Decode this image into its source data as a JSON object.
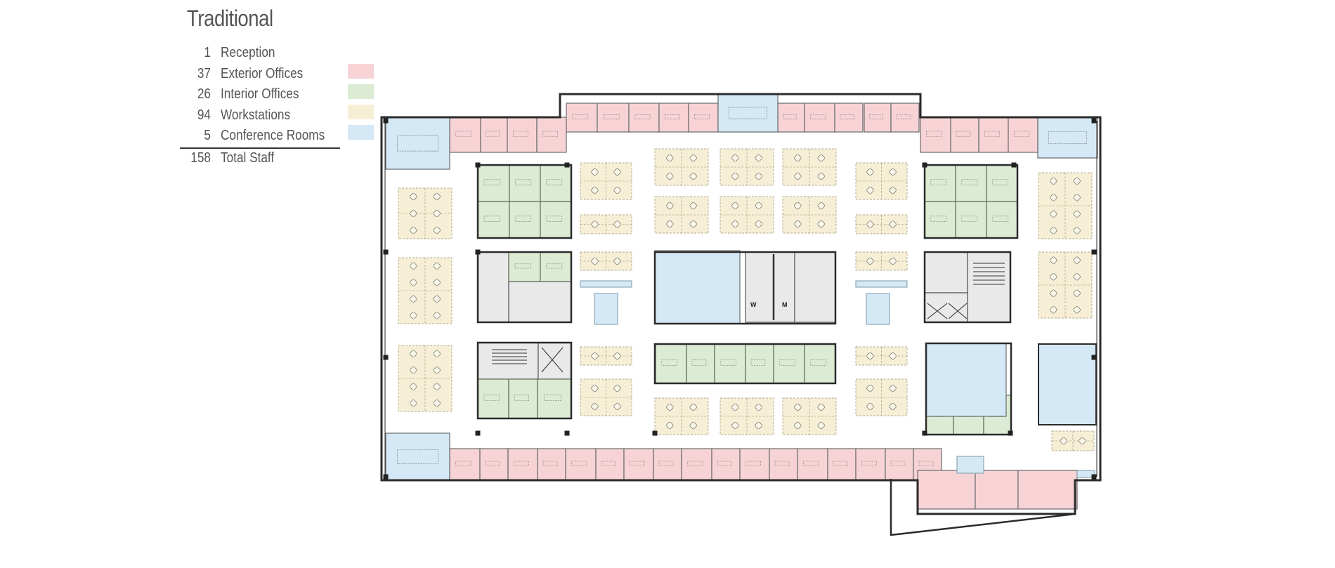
{
  "title": "Traditional",
  "legend": {
    "rows": [
      {
        "count": "1",
        "label": "Reception",
        "swatch": null
      },
      {
        "count": "37",
        "label": "Exterior Offices",
        "swatch": "#f7d3d6"
      },
      {
        "count": "26",
        "label": "Interior Offices",
        "swatch": "#dcebd3"
      },
      {
        "count": "94",
        "label": "Workstations",
        "swatch": "#f6efd6"
      },
      {
        "count": "5",
        "label": "Conference Rooms",
        "swatch": "#d4e8f5"
      }
    ],
    "total": {
      "count": "158",
      "label": "Total Staff"
    }
  },
  "colors": {
    "exterior_office": "#f7d3d6",
    "interior_office": "#dcebd3",
    "workstation": "#f6efd6",
    "conference": "#d4e8f5",
    "core": "#e9e9ea",
    "wall": "#2b2b2b"
  },
  "floorplan": {
    "restroom_labels": {
      "women": "W",
      "men": "M"
    },
    "exterior_offices": [
      [
        640,
        167,
        44,
        50
      ],
      [
        684,
        167,
        38,
        50
      ],
      [
        722,
        167,
        42,
        50
      ],
      [
        764,
        167,
        42,
        50
      ],
      [
        806,
        147,
        44,
        41
      ],
      [
        850,
        147,
        45,
        41
      ],
      [
        895,
        147,
        43,
        41
      ],
      [
        938,
        147,
        42,
        41
      ],
      [
        980,
        147,
        42,
        41
      ],
      [
        1107,
        147,
        38,
        41
      ],
      [
        1145,
        147,
        43,
        41
      ],
      [
        1188,
        147,
        40,
        41
      ],
      [
        1230,
        147,
        38,
        41
      ],
      [
        1268,
        147,
        40,
        41
      ],
      [
        1310,
        167,
        43,
        50
      ],
      [
        1353,
        167,
        40,
        50
      ],
      [
        1393,
        167,
        42,
        50
      ],
      [
        1435,
        167,
        42,
        50
      ],
      [
        640,
        639,
        43,
        45
      ],
      [
        683,
        639,
        40,
        45
      ],
      [
        723,
        639,
        42,
        45
      ],
      [
        765,
        639,
        40,
        45
      ],
      [
        805,
        639,
        43,
        45
      ],
      [
        848,
        639,
        40,
        45
      ],
      [
        888,
        639,
        42,
        45
      ],
      [
        930,
        639,
        40,
        45
      ],
      [
        970,
        639,
        43,
        45
      ],
      [
        1013,
        639,
        40,
        45
      ],
      [
        1053,
        639,
        42,
        45
      ],
      [
        1095,
        639,
        40,
        45
      ],
      [
        1135,
        639,
        43,
        45
      ],
      [
        1178,
        639,
        40,
        45
      ],
      [
        1218,
        639,
        42,
        45
      ],
      [
        1260,
        639,
        40,
        45
      ],
      [
        1300,
        639,
        40,
        45
      ]
    ],
    "exterior_conference_big": [
      [
        1306,
        670,
        82,
        55
      ],
      [
        1388,
        670,
        61,
        55
      ],
      [
        1449,
        670,
        84,
        55
      ]
    ],
    "conference_rooms": [
      [
        549,
        167,
        91,
        74
      ],
      [
        1022,
        134,
        85,
        54
      ],
      [
        1477,
        167,
        85,
        58
      ],
      [
        549,
        617,
        91,
        67
      ],
      [
        932,
        357,
        121,
        104
      ],
      [
        1318,
        489,
        114,
        104
      ],
      [
        1478,
        490,
        82,
        115
      ]
    ],
    "interior_offices": [
      [
        680,
        235,
        45,
        52
      ],
      [
        725,
        235,
        44,
        52
      ],
      [
        769,
        235,
        44,
        52
      ],
      [
        680,
        287,
        45,
        52
      ],
      [
        725,
        287,
        44,
        52
      ],
      [
        769,
        287,
        44,
        52
      ],
      [
        1316,
        235,
        44,
        52
      ],
      [
        1360,
        235,
        44,
        52
      ],
      [
        1404,
        235,
        44,
        52
      ],
      [
        1316,
        287,
        44,
        52
      ],
      [
        1360,
        287,
        44,
        52
      ],
      [
        1404,
        287,
        44,
        52
      ],
      [
        724,
        359,
        45,
        42
      ],
      [
        769,
        359,
        44,
        42
      ],
      [
        680,
        540,
        44,
        56
      ],
      [
        724,
        540,
        41,
        56
      ],
      [
        765,
        540,
        48,
        56
      ],
      [
        933,
        490,
        44,
        56
      ],
      [
        977,
        490,
        40,
        56
      ],
      [
        1017,
        490,
        44,
        56
      ],
      [
        1061,
        490,
        40,
        56
      ],
      [
        1101,
        490,
        44,
        56
      ],
      [
        1145,
        490,
        44,
        56
      ],
      [
        1318,
        563,
        39,
        56
      ],
      [
        1357,
        563,
        43,
        56
      ],
      [
        1400,
        563,
        39,
        56
      ]
    ],
    "core_areas": [
      [
        680,
        359,
        44,
        100
      ],
      [
        724,
        401,
        89,
        58
      ],
      [
        680,
        488,
        86,
        52
      ],
      [
        766,
        488,
        47,
        52
      ],
      [
        1061,
        359,
        70,
        100
      ],
      [
        1131,
        359,
        58,
        100
      ],
      [
        1316,
        359,
        61,
        58
      ],
      [
        1377,
        359,
        61,
        100
      ],
      [
        1316,
        417,
        61,
        42
      ]
    ],
    "workstation_blocks": [
      [
        567,
        268,
        76,
        72
      ],
      [
        567,
        367,
        76,
        94
      ],
      [
        567,
        492,
        76,
        94
      ],
      [
        826,
        232,
        73,
        52
      ],
      [
        826,
        306,
        73,
        27
      ],
      [
        932,
        212,
        76,
        52
      ],
      [
        1025,
        212,
        76,
        52
      ],
      [
        1114,
        212,
        76,
        52
      ],
      [
        932,
        280,
        76,
        52
      ],
      [
        1025,
        280,
        76,
        52
      ],
      [
        1114,
        280,
        76,
        52
      ],
      [
        1218,
        232,
        73,
        52
      ],
      [
        1218,
        306,
        73,
        27
      ],
      [
        1478,
        246,
        76,
        94
      ],
      [
        1478,
        359,
        76,
        94
      ],
      [
        826,
        359,
        73,
        26
      ],
      [
        826,
        494,
        73,
        26
      ],
      [
        826,
        540,
        73,
        52
      ],
      [
        1218,
        359,
        73,
        26
      ],
      [
        1218,
        494,
        73,
        26
      ],
      [
        1218,
        540,
        73,
        52
      ],
      [
        932,
        567,
        76,
        52
      ],
      [
        1025,
        567,
        76,
        52
      ],
      [
        1114,
        567,
        76,
        52
      ],
      [
        1497,
        614,
        60,
        28
      ]
    ],
    "small_conference": [
      [
        826,
        400,
        73,
        9
      ],
      [
        846,
        418,
        33,
        44
      ],
      [
        1218,
        400,
        73,
        9
      ],
      [
        1233,
        418,
        33,
        44
      ],
      [
        1362,
        650,
        38,
        24
      ],
      [
        1533,
        670,
        25,
        10
      ]
    ]
  }
}
